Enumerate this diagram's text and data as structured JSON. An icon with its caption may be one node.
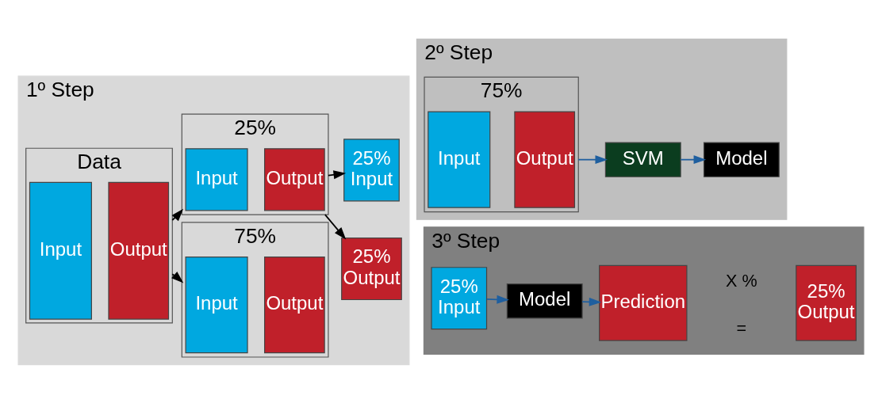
{
  "diagram": {
    "nodes": [
      {
        "text": [
          "1º Step"
        ]
      },
      {
        "text": [
          "Data"
        ],
        "in": 0
      },
      {
        "text": [
          "Input"
        ],
        "in": 1
      },
      {
        "text": [
          "Output"
        ],
        "in": 1
      },
      {
        "text": [
          "75%"
        ],
        "in": 0
      },
      {
        "text": [
          "Input"
        ],
        "in": 4
      },
      {
        "text": [
          "Output"
        ],
        "in": 4
      },
      {
        "text": [
          "25%"
        ],
        "in": 0
      },
      {
        "text": [
          "Input"
        ],
        "in": 7
      },
      {
        "text": [
          "Output"
        ],
        "in": 7
      },
      {
        "text": [
          "25%",
          "Input"
        ],
        "in": 0
      },
      {
        "text": [
          "25%",
          "Output"
        ],
        "in": 0
      },
      {
        "text": [
          "2º Step"
        ]
      },
      {
        "text": [
          "75%"
        ],
        "in": 12
      },
      {
        "text": [
          "Input"
        ],
        "in": 13
      },
      {
        "text": [
          "Output"
        ],
        "in": 13
      },
      {
        "text": [
          "SVM"
        ],
        "in": 12
      },
      {
        "text": [
          "Model"
        ],
        "in": 12
      },
      {
        "text": [
          "3º Step"
        ]
      },
      {
        "text": [
          "25%",
          "Input"
        ],
        "in": 18
      },
      {
        "text": [
          "Model"
        ],
        "in": 18
      },
      {
        "text": [
          "Prediction"
        ],
        "in": 18
      },
      {
        "text": [
          "25%",
          "Output"
        ],
        "in": 18
      }
    ],
    "edges": [
      {
        "from": 1,
        "to": 4,
        "arrow": "to"
      },
      {
        "from": 1,
        "to": 7,
        "arrow": "to"
      },
      {
        "from": 7,
        "to": 10,
        "arrow": "to"
      },
      {
        "from": 7,
        "to": 11,
        "arrow": "to"
      },
      {
        "from": 13,
        "to": 16,
        "arrow": "to",
        "color": "#1f5f9f"
      },
      {
        "from": 16,
        "to": 17,
        "arrow": "to",
        "color": "#1f5f9f"
      },
      {
        "from": 19,
        "to": 20,
        "arrow": "to",
        "color": "#1f5f9f"
      },
      {
        "from": 20,
        "to": 21,
        "arrow": "to",
        "color": "#1f5f9f"
      }
    ],
    "labels": [
      "X %",
      "="
    ]
  }
}
